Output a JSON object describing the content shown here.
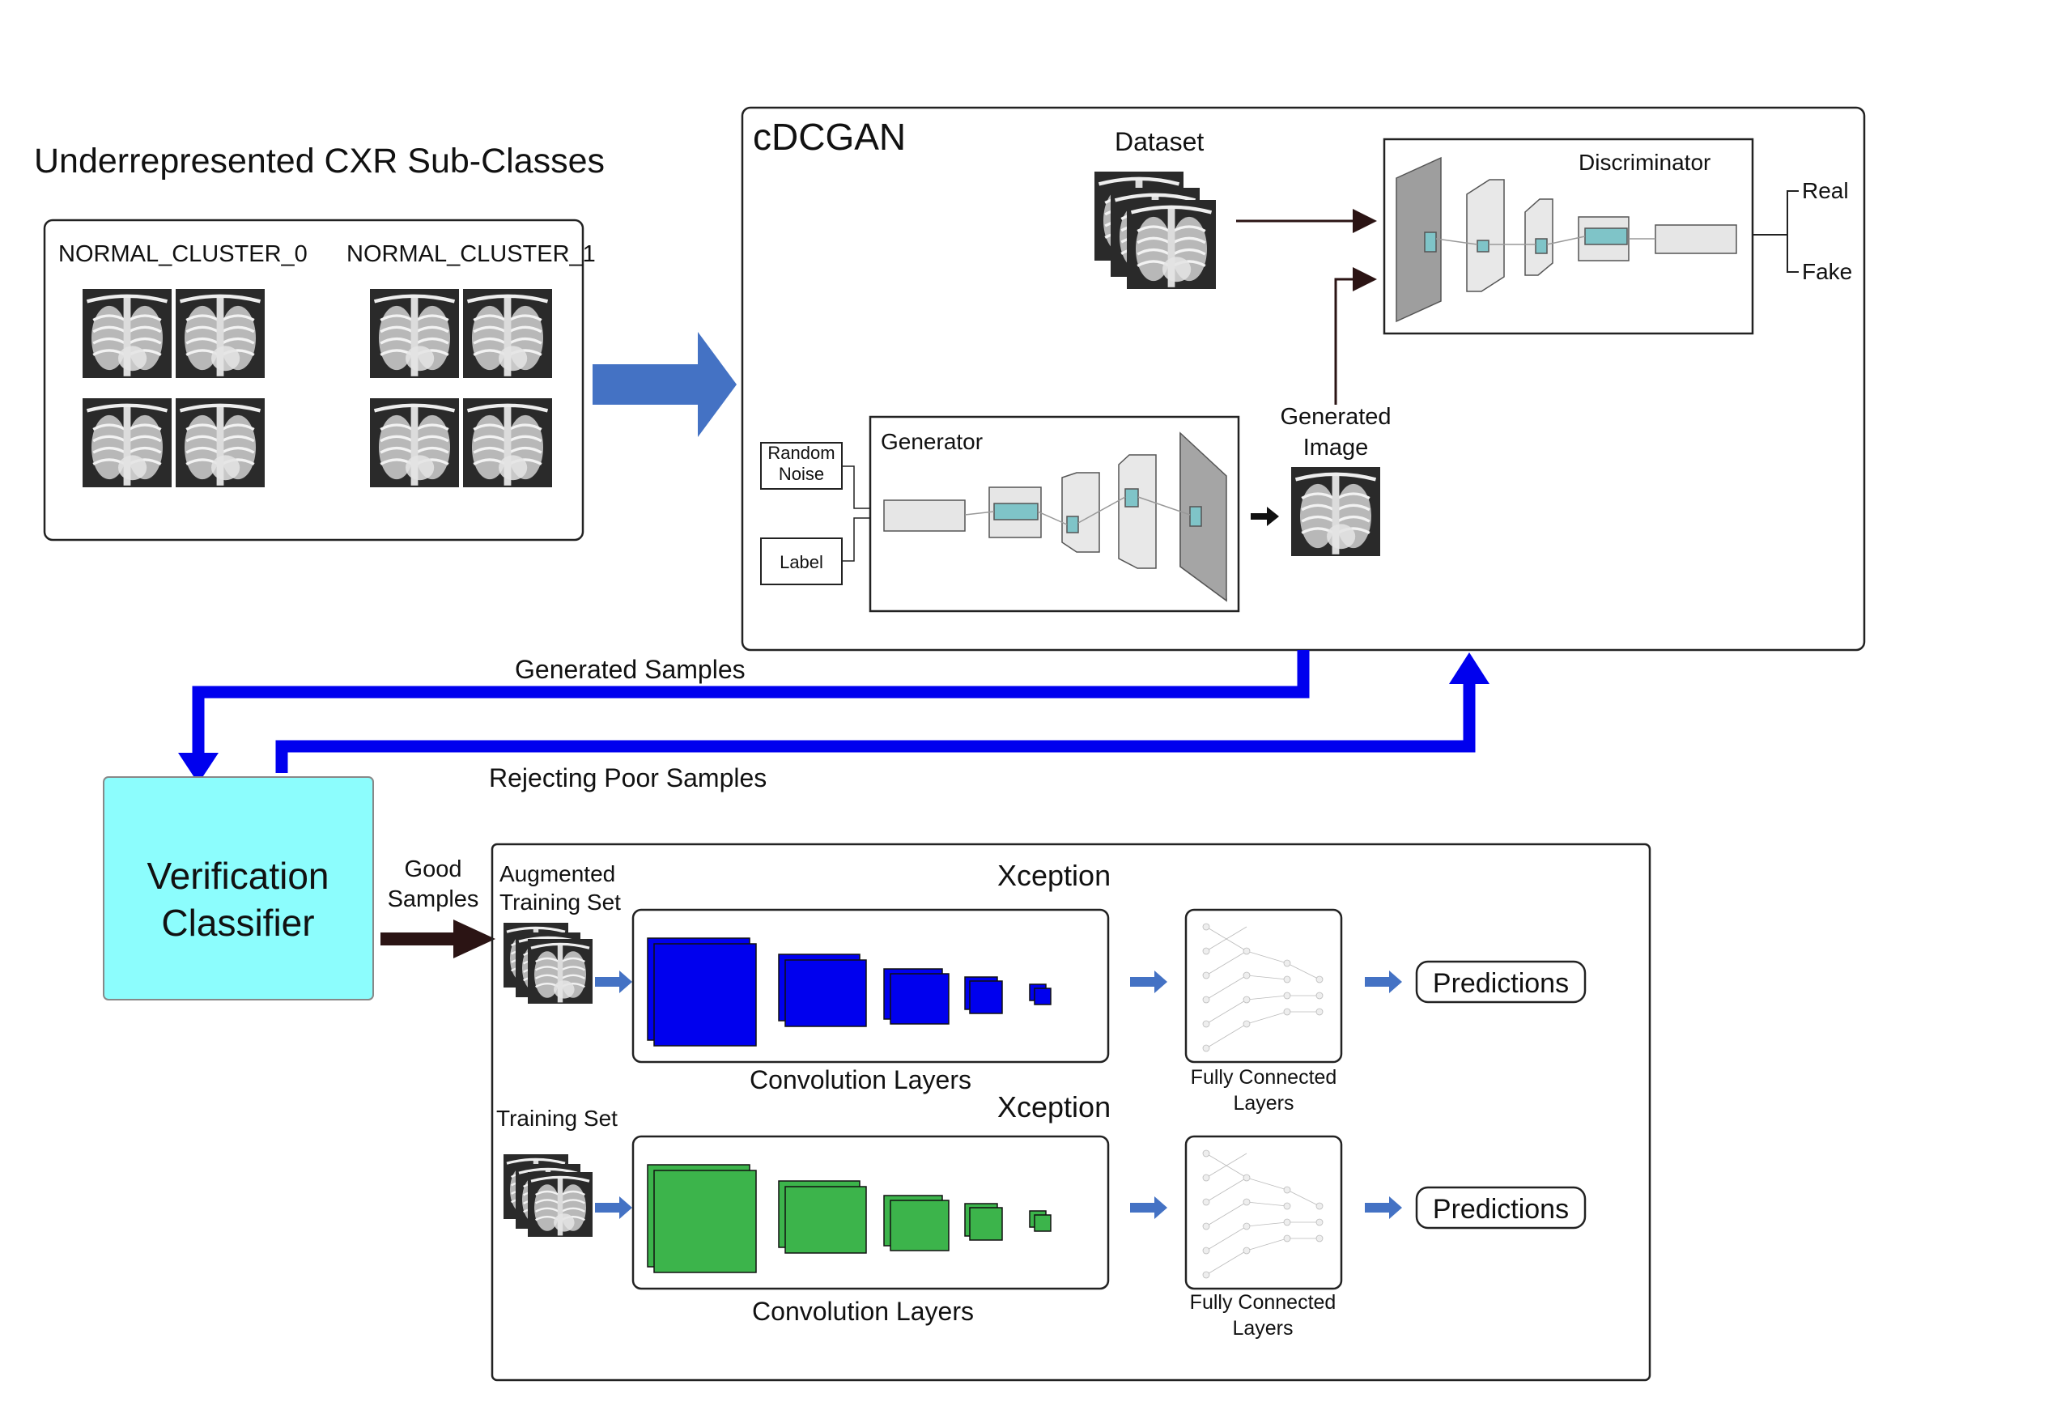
{
  "left_panel": {
    "title": "Underrepresented CXR Sub-Classes",
    "cluster0_label": "NORMAL_CLUSTER_0",
    "cluster1_label": "NORMAL_CLUSTER_1"
  },
  "cdcgan": {
    "title": "cDCGAN",
    "dataset_label": "Dataset",
    "discriminator_label": "Discriminator",
    "real_label": "Real",
    "fake_label": "Fake",
    "generator_label": "Generator",
    "random_noise_line1": "Random",
    "random_noise_line2": "Noise",
    "label_box": "Label",
    "generated_image_line1": "Generated",
    "generated_image_line2": "Image"
  },
  "flow": {
    "generated_samples": "Generated Samples",
    "rejecting_poor_samples": "Rejecting Poor Samples",
    "good_samples_line1": "Good",
    "good_samples_line2": "Samples"
  },
  "verification": {
    "line1": "Verification",
    "line2": "Classifier"
  },
  "xception_panel": {
    "augmented_line1": "Augmented",
    "augmented_line2": "Training Set",
    "training_set": "Training Set",
    "xception_top": "Xception",
    "xception_bottom": "Xception",
    "conv_layers_top": "Convolution Layers",
    "conv_layers_bottom": "Convolution Layers",
    "fc_top_line1": "Fully Connected",
    "fc_top_line2": "Layers",
    "fc_bottom_line1": "Fully Connected",
    "fc_bottom_line2": "Layers",
    "predictions_top": "Predictions",
    "predictions_bottom": "Predictions"
  },
  "colors": {
    "flow_arrow": "#0000ee",
    "big_arrow": "#4472c4",
    "small_arrow": "#4472c4",
    "verification_fill": "#8cfdfd",
    "conv_blue": "#0000ee",
    "conv_green": "#3cb44b",
    "dark_arrow": "#2b1414",
    "layer_teal": "#7fc4c8"
  }
}
